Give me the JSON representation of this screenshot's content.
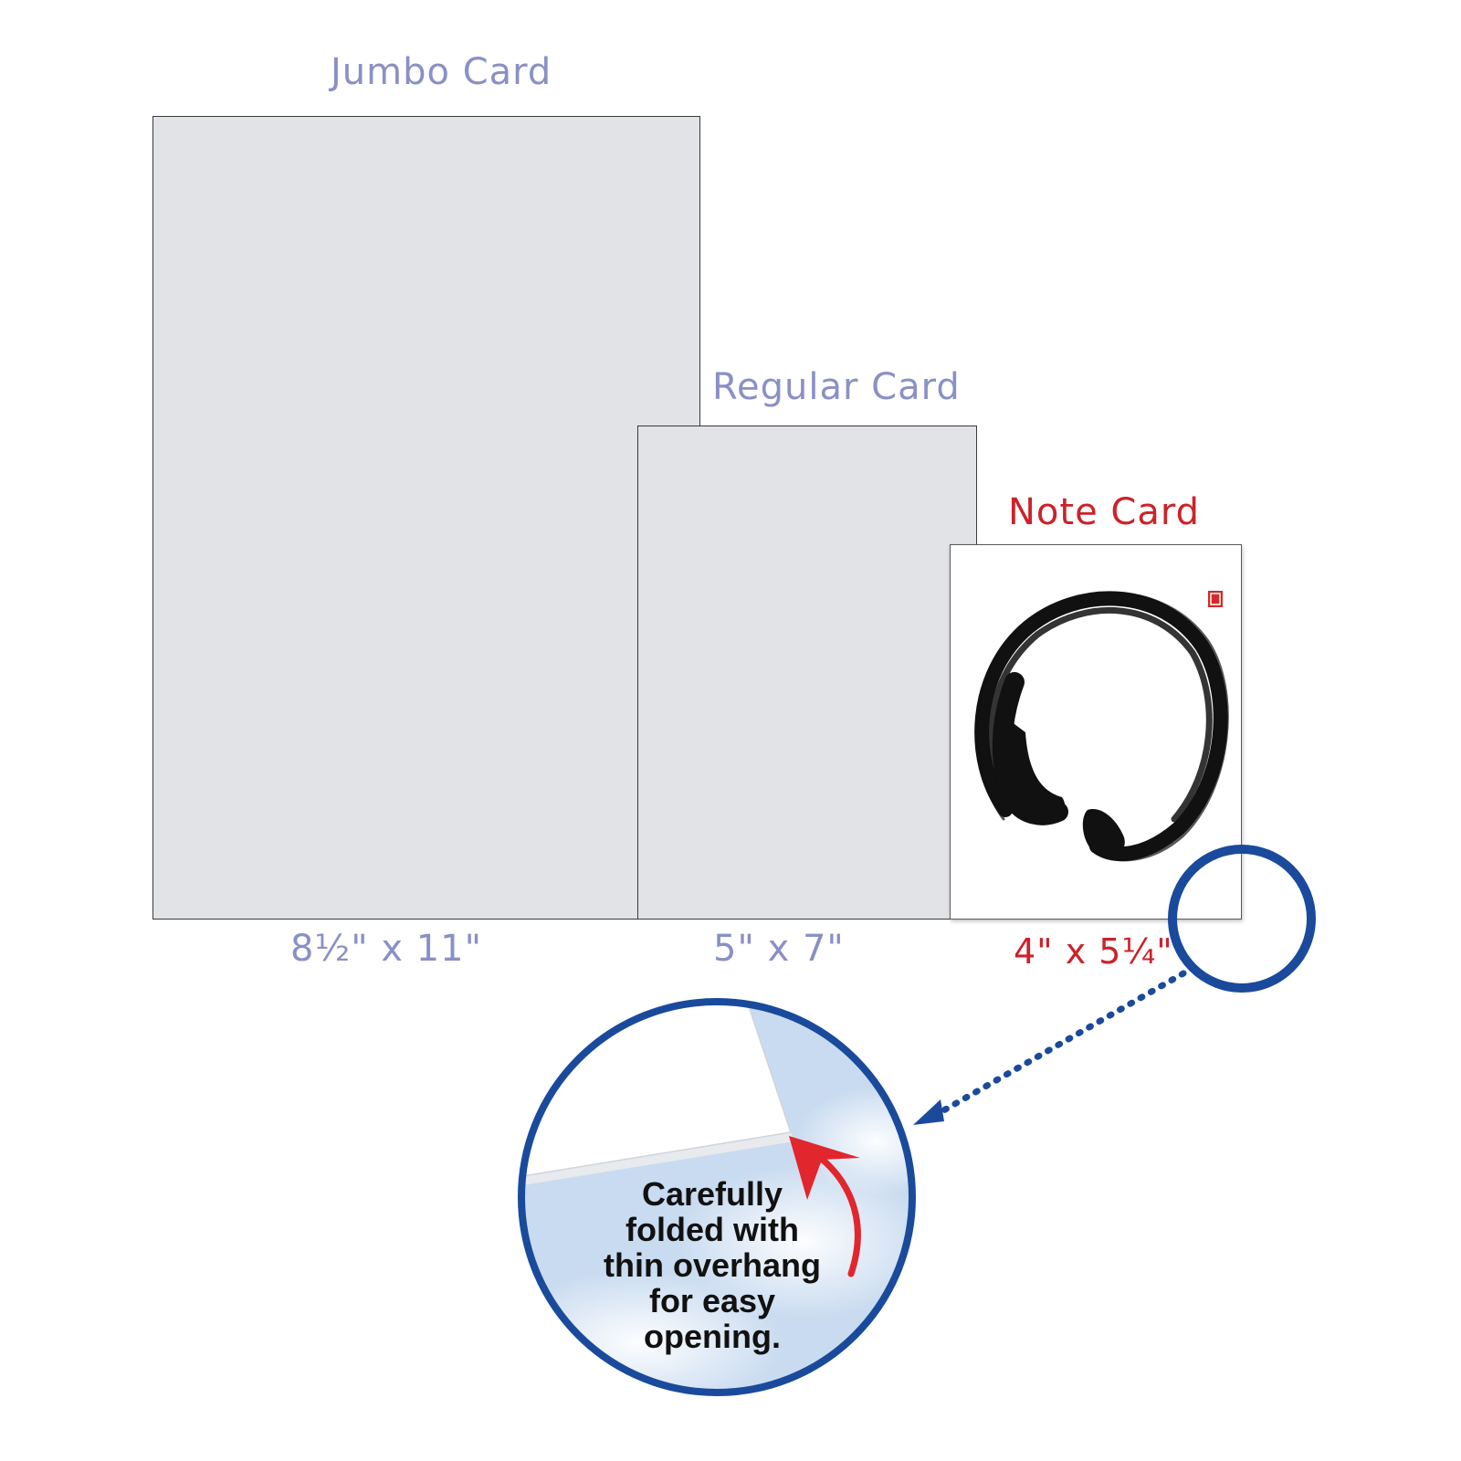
{
  "cards": {
    "jumbo": {
      "title": "Jumbo Card",
      "size": "8½\"  x 11\""
    },
    "regular": {
      "title": "Regular Card",
      "size": "5\" x 7\""
    },
    "note": {
      "title": "Note Card",
      "size": "4\" x 5¼\""
    }
  },
  "callout": {
    "lines": [
      "Carefully",
      "folded with",
      "thin overhang",
      "for easy",
      "opening."
    ]
  },
  "colors": {
    "muted_label": "#8a90c6",
    "accent_label": "#cc2229",
    "card_fill": "#e1e3e6",
    "callout_ring": "#1a4a9c",
    "arrow_red": "#e1262d",
    "sky": "#c9dbf0"
  },
  "icons": {
    "enso": "enso-brush-circle-icon",
    "seal": "red-seal-stamp-icon",
    "ring": "magnifier-ring-icon",
    "arrow": "curved-arrow-icon"
  }
}
